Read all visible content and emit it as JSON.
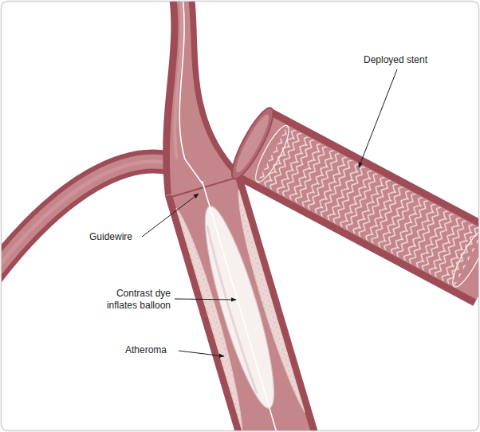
{
  "diagram": {
    "labels": [
      "Guidewire",
      "Contrast dye inflates balloon",
      "Atheroma",
      "Deployed stent"
    ]
  }
}
